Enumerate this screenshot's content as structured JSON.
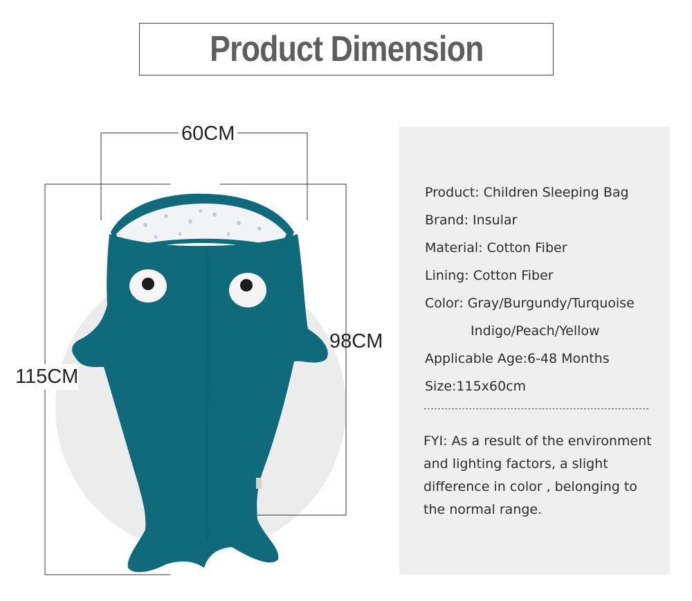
{
  "title": "Product Dimension",
  "dimensions": {
    "width": "60CM",
    "body_length": "98CM",
    "total_length": "115CM"
  },
  "colors": {
    "shark_body": "#0f6b7c",
    "lining": "#f2f3f5",
    "panel_bg": "#efefef",
    "title_text": "#5e5e5e"
  },
  "specs": [
    "Product: Children Sleeping Bag",
    "Brand: Insular",
    "Material: Cotton Fiber",
    "Lining: Cotton Fiber",
    "Color: Gray/Burgundy/Turquoise",
    "Indigo/Peach/Yellow",
    "Applicable Age:6-48 Months",
    "Size:115x60cm"
  ],
  "divider": "----------------------------------------",
  "fyi_lines": [
    "FYI: As a result of the environment",
    "and lighting factors, a slight",
    "difference in color , belonging to",
    "the normal range."
  ]
}
